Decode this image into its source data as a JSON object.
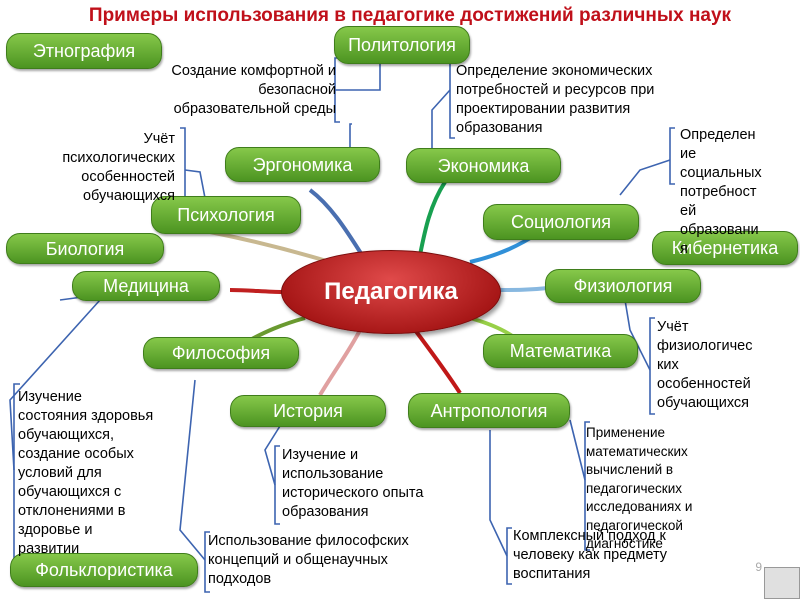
{
  "title": "Примеры использования в педагогике достижений различных наук",
  "center": "Педагогика",
  "nodes": {
    "ethnography": "Этнография",
    "politology": "Политология",
    "ergonomics": "Эргономика",
    "economics": "Экономика",
    "psychology": "Психология",
    "sociology": "Социология",
    "biology": "Биология",
    "cybernetics": "Кибернетика",
    "medicine": "Медицина",
    "physiology": "Физиология",
    "philosophy": "Философия",
    "mathematics": "Математика",
    "history": "История",
    "anthropology": "Антропология",
    "folkloristics": "Фольклористика"
  },
  "notes": {
    "ergonomics": "Создание комфортной и\nбезопасной\nобразовательной среды",
    "economics": "Определение экономических\nпотребностей и ресурсов при\nпроектировании развития\nобразования",
    "sociology": "Определен\nие\nсоциальных\nпотребност\nей\nобразовани\nя",
    "psychology": "Учёт\nпсихологических\nособенностей\nобучающихся",
    "physiology": "Учёт\nфизиологичес\nких\nособенностей\nобучающихся",
    "mathematics": "Применение\nматематических\nвычислений в\nпедагогических\nисследованиях и\nпедагогической\nдиагностике",
    "history": "Изучение и\nиспользование\nисторического опыта\nобразования",
    "anthropology": "Комплексный подход к\nчеловеку как предмету\nвоспитания",
    "philosophy": "Использование философских\nконцепций и общенаучных\nподходов",
    "medicine": "Изучение\nсостояния здоровья\nобучающихся,\nсоздание особых\nусловий для\nобучающихся  с\nотклонениями в\nздоровье и\nразвитии"
  },
  "slide_number": "9",
  "colors": {
    "title": "#c0101a",
    "pill_green": "#5fa82e",
    "center_red": "#c02020",
    "bracket_blue": "#3d64b0"
  }
}
